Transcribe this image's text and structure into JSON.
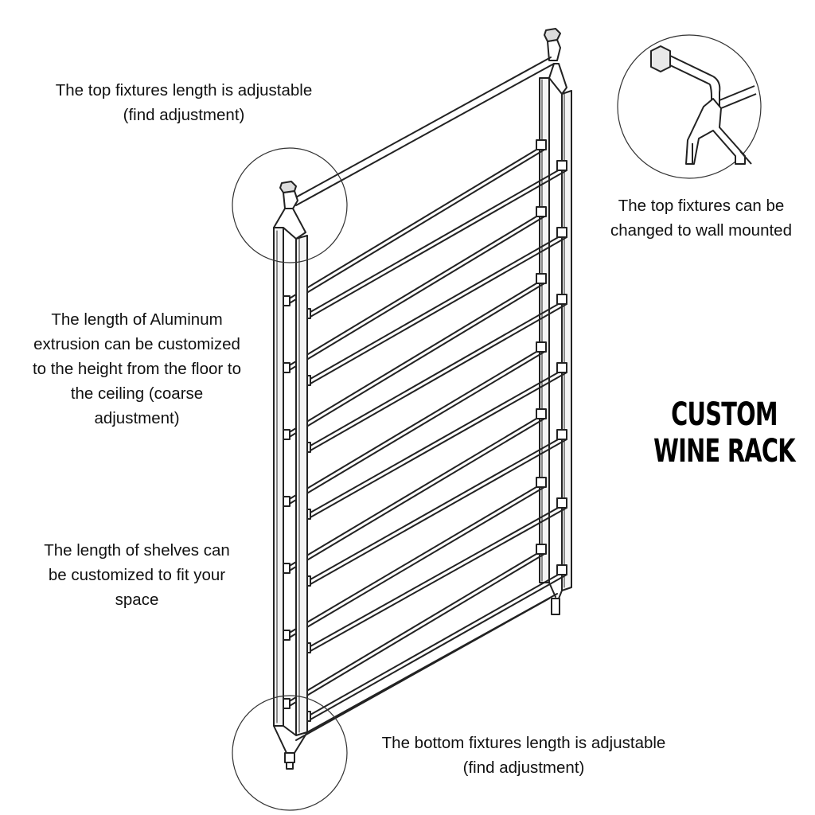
{
  "title": [
    "CUSTOM",
    "WINE RACK"
  ],
  "annotations": {
    "top_fixtures": [
      "The top fixtures length is adjustable",
      "(find adjustment)"
    ],
    "wall_mount": [
      "The top fixtures can be",
      "changed to wall mounted"
    ],
    "aluminum": [
      "The length of Aluminum",
      "extrusion can be customized",
      "to the height from the floor to",
      "the ceiling (coarse",
      "adjustment)"
    ],
    "shelves": [
      "The length of shelves can",
      "be customized to fit your",
      "space"
    ],
    "bottom_fixtures": [
      "The bottom fixtures length is adjustable",
      "(find adjustment)"
    ]
  },
  "colors": {
    "line": "#222222",
    "background": "#ffffff"
  }
}
